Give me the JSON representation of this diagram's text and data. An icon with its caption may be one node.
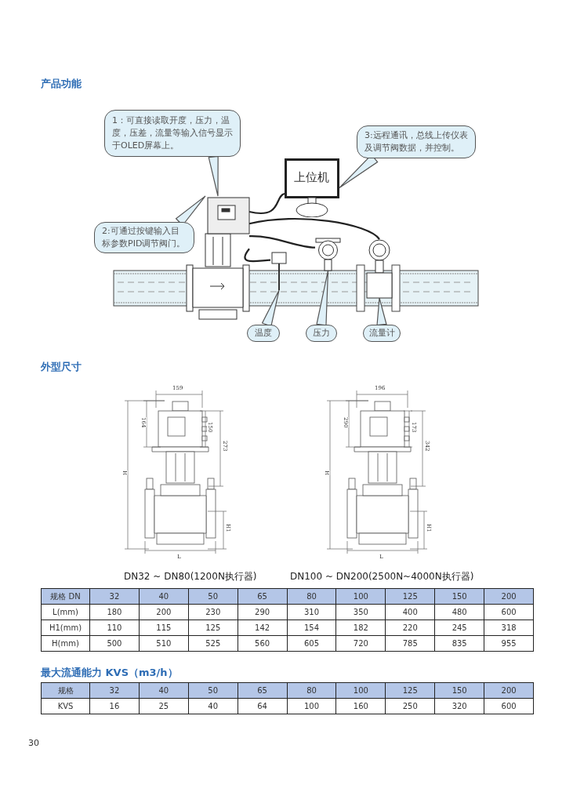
{
  "diagram": {
    "nodes": [
      {
        "text": [
          "1：可直接读取开度，压力，温度，压差，流量等输入信号显示于OLED屏幕上。"
        ]
      },
      {
        "text": [
          "3:远程通讯，总线上传仪表及调节阀数据，并控制。"
        ]
      },
      {
        "text": [
          "上位机"
        ]
      },
      {
        "text": [
          "2:可通过按键输入目标参数PID调节阀门。"
        ]
      },
      {
        "text": [],
        "shape": "picture"
      },
      {
        "text": [],
        "shape": "picture"
      },
      {
        "text": [],
        "shape": "picture"
      },
      {
        "text": [],
        "shape": "picture"
      },
      {
        "text": [
          "温度"
        ]
      },
      {
        "text": [
          "压力"
        ]
      },
      {
        "text": [
          "流量计"
        ]
      }
    ],
    "edges": [
      {
        "from": 0,
        "to": 4,
        "arrow": "none"
      },
      {
        "from": 1,
        "to": 2,
        "arrow": "none"
      },
      {
        "from": 3,
        "to": 4,
        "arrow": "none"
      },
      {
        "from": 4,
        "to": 2,
        "arrow": "none"
      },
      {
        "from": 4,
        "to": 7,
        "arrow": "none"
      },
      {
        "from": 4,
        "to": 6,
        "arrow": "none"
      },
      {
        "from": 4,
        "to": 5,
        "arrow": "none"
      },
      {
        "from": 8,
        "to": 5,
        "arrow": "none"
      },
      {
        "from": 9,
        "to": 6,
        "arrow": "none"
      },
      {
        "from": 10,
        "to": 7,
        "arrow": "none"
      }
    ],
    "labels": [
      "产品功能",
      "外型尺寸",
      "159",
      "164",
      "150",
      "273",
      "H",
      "H1",
      "L",
      "196",
      "290",
      "173",
      "342",
      "H",
      "H1",
      "L",
      "DN32 ~ DN80(1200N执行器)",
      "DN100 ~ DN200(2500N~4000N执行器)",
      "规格 DN",
      "32",
      "40",
      "50",
      "65",
      "80",
      "100",
      "125",
      "150",
      "200",
      "L(mm)",
      "180",
      "200",
      "230",
      "290",
      "310",
      "350",
      "400",
      "480",
      "600",
      "H1(mm)",
      "110",
      "115",
      "125",
      "142",
      "154",
      "182",
      "220",
      "245",
      "318",
      "H(mm)",
      "500",
      "510",
      "525",
      "560",
      "605",
      "720",
      "785",
      "835",
      "955",
      "最大流通能力 KVS（m3/h）",
      "规格",
      "32",
      "40",
      "50",
      "65",
      "80",
      "100",
      "125",
      "150",
      "200",
      "KVS",
      "16",
      "25",
      "40",
      "64",
      "100",
      "160",
      "250",
      "320",
      "600",
      "30"
    ]
  }
}
